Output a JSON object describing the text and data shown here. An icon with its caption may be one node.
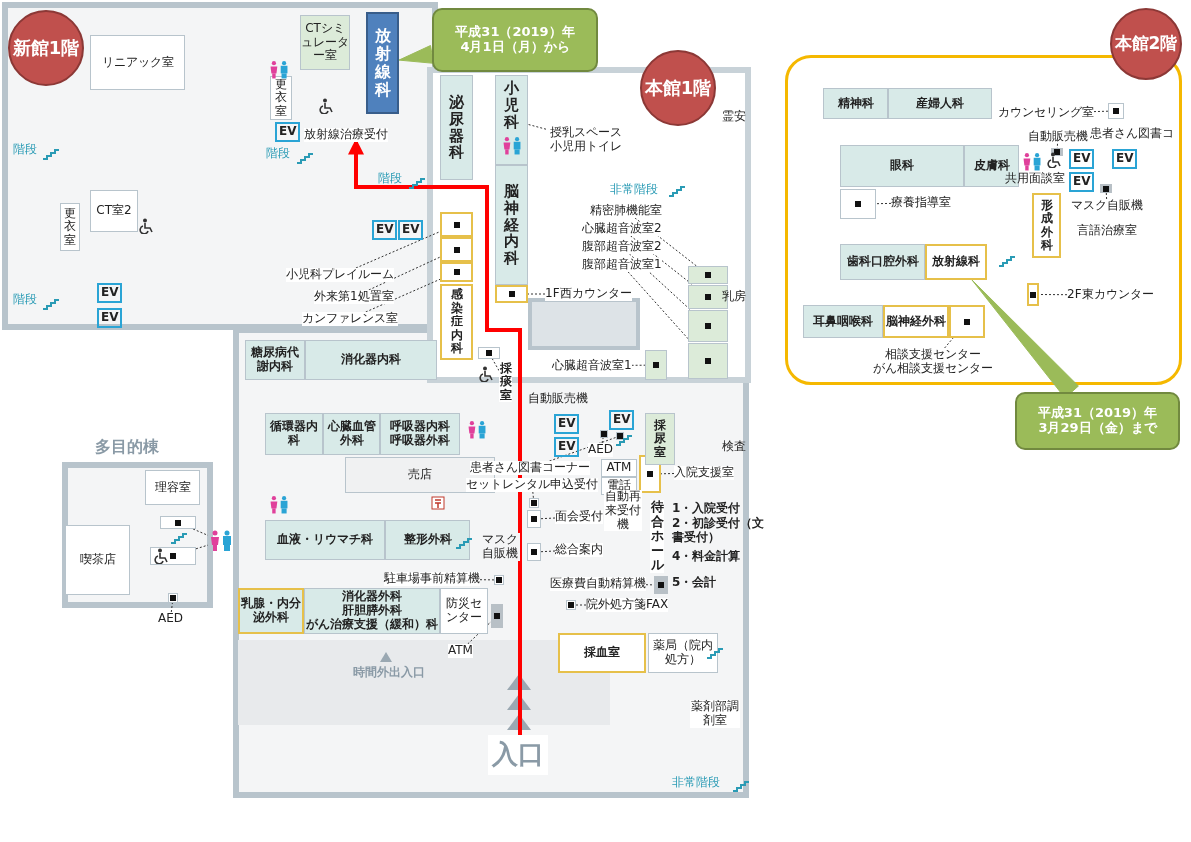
{
  "diagram": {
    "nodes": [
      {
        "text": [
          "新館1階"
        ]
      },
      {
        "text": [
          "リニアック室"
        ]
      },
      {
        "text": [
          "CTシミュレーター室"
        ]
      },
      {
        "text": [
          "放射線科"
        ]
      },
      {
        "text": [
          "更衣室"
        ]
      },
      {
        "text": [
          "放射線治療受付"
        ]
      },
      {
        "text": [
          "CT室2"
        ]
      },
      {
        "text": [
          "更衣室"
        ]
      },
      {
        "text": [
          "平成31（2019）年 4月1日（月）から"
        ]
      },
      {
        "text": [
          "本館1階"
        ]
      },
      {
        "text": [
          "泌尿器科"
        ]
      },
      {
        "text": [
          "小児科"
        ]
      },
      {
        "text": [
          "授乳スペース小児用トイレ"
        ]
      },
      {
        "text": [
          "脳神経内科"
        ]
      },
      {
        "text": [
          "小児科プレイルーム"
        ]
      },
      {
        "text": [
          "外来第1処置室"
        ]
      },
      {
        "text": [
          "カンファレンス室"
        ]
      },
      {
        "text": [],
        "shape": "box"
      },
      {
        "text": [],
        "shape": "box"
      },
      {
        "text": [],
        "shape": "box"
      },
      {
        "text": [
          "感染症内科"
        ]
      },
      {
        "text": [
          "1F西カウンター"
        ]
      },
      {
        "text": [],
        "shape": "box"
      },
      {
        "text": [
          "精密肺機能室"
        ]
      },
      {
        "text": [
          "心臓超音波室2"
        ]
      },
      {
        "text": [
          "腹部超音波室2"
        ]
      },
      {
        "text": [
          "腹部超音波室1"
        ]
      },
      {
        "text": [],
        "shape": "box"
      },
      {
        "text": [],
        "shape": "box"
      },
      {
        "text": [],
        "shape": "box"
      },
      {
        "text": [],
        "shape": "box"
      },
      {
        "text": [
          "心臓超音波室1"
        ]
      },
      {
        "text": [],
        "shape": "box"
      },
      {
        "text": [
          "糖尿病代謝内科"
        ]
      },
      {
        "text": [
          "消化器内科"
        ]
      },
      {
        "text": [
          "採痰室"
        ]
      },
      {
        "text": [],
        "shape": "box"
      },
      {
        "text": [
          "循環器内科"
        ]
      },
      {
        "text": [
          "心臓血管外科"
        ]
      },
      {
        "text": [
          "呼吸器内科",
          "呼吸器外科"
        ]
      },
      {
        "text": [
          "売店"
        ]
      },
      {
        "text": [
          "血液・リウマチ科"
        ]
      },
      {
        "text": [
          "整形外科"
        ]
      },
      {
        "text": [
          "乳腺・内分泌外科"
        ]
      },
      {
        "text": [
          "消化器外科",
          "肝胆膵外科",
          "がん治療支援（緩和）科"
        ]
      },
      {
        "text": [
          "防災センター"
        ]
      },
      {
        "text": [
          "駐車場事前精算機"
        ]
      },
      {
        "text": [],
        "shape": "box"
      },
      {
        "text": [
          "ATM"
        ]
      },
      {
        "text": [],
        "shape": "box"
      },
      {
        "text": [
          "採血室"
        ]
      },
      {
        "text": [
          "薬局（院内処方）"
        ]
      },
      {
        "text": [
          "薬剤部調剤室"
        ]
      },
      {
        "text": [
          "入口"
        ]
      },
      {
        "text": [
          "AED"
        ]
      },
      {
        "text": [],
        "shape": "box"
      },
      {
        "text": [
          "患者さん図書コーナー"
        ]
      },
      {
        "text": [],
        "shape": "box"
      },
      {
        "text": [
          "セットレンタル申込受付"
        ]
      },
      {
        "text": [],
        "shape": "box"
      },
      {
        "text": [
          "ATM"
        ]
      },
      {
        "text": [
          "電話"
        ]
      },
      {
        "text": [
          "入院支援室"
        ]
      },
      {
        "text": [],
        "shape": "box"
      },
      {
        "text": [
          "自動再来受付機"
        ]
      },
      {
        "text": [
          "待合ホール"
        ]
      },
      {
        "text": [
          "面会受付"
        ]
      },
      {
        "text": [],
        "shape": "box"
      },
      {
        "text": [
          "総合案内"
        ]
      },
      {
        "text": [],
        "shape": "box"
      },
      {
        "text": [
          "医療費自動精算機"
        ]
      },
      {
        "text": [],
        "shape": "box"
      },
      {
        "text": [
          "院外処方箋FAX"
        ]
      },
      {
        "text": [],
        "shape": "box"
      },
      {
        "text": [
          "採尿室"
        ]
      },
      {
        "text": [
          "理容室"
        ]
      },
      {
        "text": [
          "喫茶店"
        ]
      },
      {
        "text": [
          "AED"
        ]
      },
      {
        "text": [],
        "shape": "box"
      },
      {
        "text": [],
        "shape": "box"
      },
      {
        "text": [],
        "shape": "box"
      },
      {
        "text": [],
        "shape": "picture"
      },
      {
        "text": [
          "本館2階"
        ]
      },
      {
        "text": [],
        "shape": "box"
      },
      {
        "text": [
          "精神科"
        ],
        "in": 83
      },
      {
        "text": [
          "産婦人科"
        ],
        "in": 83
      },
      {
        "text": [
          "カウンセリング室"
        ],
        "in": 83
      },
      {
        "text": [],
        "shape": "box",
        "in": 83
      },
      {
        "text": [
          "自動販売機"
        ],
        "in": 83
      },
      {
        "text": [],
        "shape": "box",
        "in": 83
      },
      {
        "text": [
          "眼科"
        ],
        "in": 83
      },
      {
        "text": [
          "皮膚科"
        ],
        "in": 83
      },
      {
        "text": [
          "療養指導室"
        ],
        "in": 83
      },
      {
        "text": [],
        "shape": "box",
        "in": 83
      },
      {
        "text": [
          "形成外科"
        ],
        "in": 83
      },
      {
        "text": [
          "マスク自販機"
        ],
        "in": 83
      },
      {
        "text": [],
        "shape": "box",
        "in": 83
      },
      {
        "text": [
          "歯科口腔外科"
        ],
        "in": 83
      },
      {
        "text": [
          "放射線科"
        ],
        "in": 83
      },
      {
        "text": [
          "平成31（2019）年 3月29日（金）まで"
        ]
      },
      {
        "text": [
          "2F東カウンター"
        ],
        "in": 83
      },
      {
        "text": [],
        "shape": "box",
        "in": 83
      },
      {
        "text": [
          "耳鼻咽喉科"
        ],
        "in": 83
      },
      {
        "text": [
          "脳神経外科"
        ],
        "in": 83
      },
      {
        "text": [],
        "shape": "box",
        "in": 83
      },
      {
        "text": [
          "相談支援センター",
          "がん相談支援センター"
        ],
        "in": 83
      }
    ],
    "edges": [
      {
        "from": 53,
        "to": 5,
        "arrow": "to",
        "style": "thick",
        "color": "#ff0000"
      },
      {
        "from": 8,
        "to": 3,
        "arrow": "none",
        "style": "thick",
        "color": "#9bbb59"
      },
      {
        "from": 12,
        "to": 11,
        "arrow": "none",
        "style": "dashed"
      },
      {
        "from": 14,
        "to": 17,
        "arrow": "none",
        "style": "dashed"
      },
      {
        "from": 15,
        "to": 18,
        "arrow": "none",
        "style": "dashed"
      },
      {
        "from": 16,
        "to": 19,
        "arrow": "none",
        "style": "dashed"
      },
      {
        "from": 21,
        "to": 22,
        "arrow": "none",
        "style": "dashed"
      },
      {
        "from": 23,
        "to": 27,
        "arrow": "none",
        "style": "dashed"
      },
      {
        "from": 24,
        "to": 28,
        "arrow": "none",
        "style": "dashed"
      },
      {
        "from": 25,
        "to": 29,
        "arrow": "none",
        "style": "dashed"
      },
      {
        "from": 26,
        "to": 30,
        "arrow": "none",
        "style": "dashed"
      },
      {
        "from": 31,
        "to": 32,
        "arrow": "none",
        "style": "dashed"
      },
      {
        "from": 35,
        "to": 36,
        "arrow": "none",
        "style": "dashed"
      },
      {
        "from": 46,
        "to": 47,
        "arrow": "none",
        "style": "dashed"
      },
      {
        "from": 48,
        "to": 49,
        "arrow": "none",
        "style": "dashed"
      },
      {
        "from": 54,
        "to": 55,
        "arrow": "none",
        "style": "dashed"
      },
      {
        "from": 56,
        "to": 57,
        "arrow": "none",
        "style": "dashed"
      },
      {
        "from": 58,
        "to": 59,
        "arrow": "none",
        "style": "dashed"
      },
      {
        "from": 62,
        "to": 63,
        "arrow": "none",
        "style": "dashed"
      },
      {
        "from": 66,
        "to": 67,
        "arrow": "none",
        "style": "dashed"
      },
      {
        "from": 68,
        "to": 69,
        "arrow": "none",
        "style": "dashed"
      },
      {
        "from": 70,
        "to": 71,
        "arrow": "none",
        "style": "dashed"
      },
      {
        "from": 72,
        "to": 73,
        "arrow": "none",
        "style": "dashed"
      },
      {
        "from": 77,
        "to": 78,
        "arrow": "none",
        "style": "dashed"
      },
      {
        "from": 79,
        "to": 81,
        "arrow": "none",
        "style": "dashed"
      },
      {
        "from": 80,
        "to": 81,
        "arrow": "none",
        "style": "dashed"
      },
      {
        "from": 86,
        "to": 87,
        "arrow": "none",
        "style": "dashed"
      },
      {
        "from": 88,
        "to": 89,
        "arrow": "none",
        "style": "dashed"
      },
      {
        "from": 92,
        "to": 93,
        "arrow": "none",
        "style": "dashed"
      },
      {
        "from": 95,
        "to": 96,
        "arrow": "none",
        "style": "dashed"
      },
      {
        "from": 99,
        "to": 98,
        "arrow": "none",
        "style": "thick",
        "color": "#9bbb59"
      },
      {
        "from": 100,
        "to": 101,
        "arrow": "none",
        "style": "dashed"
      },
      {
        "from": 105,
        "to": 104,
        "arrow": "none",
        "style": "dashed"
      }
    ],
    "labels": [
      "乳房",
      "霊安",
      "検査",
      "多目的棟",
      "時間外出入口",
      "自動販売機",
      "マスク自販機",
      "非常階段",
      "非常階段",
      "1・入院受付",
      "2・初診受付（文書受付）",
      "4・料金計算",
      "5・会計",
      "共用面談室",
      "言語治療室",
      "患者さん図書コ",
      "階段",
      "階段",
      "階段",
      "階段",
      "EV",
      "EV",
      "EV",
      "EV",
      "EV",
      "EV",
      "EV",
      "EV",
      "EV",
      "EV",
      "EV"
    ]
  }
}
